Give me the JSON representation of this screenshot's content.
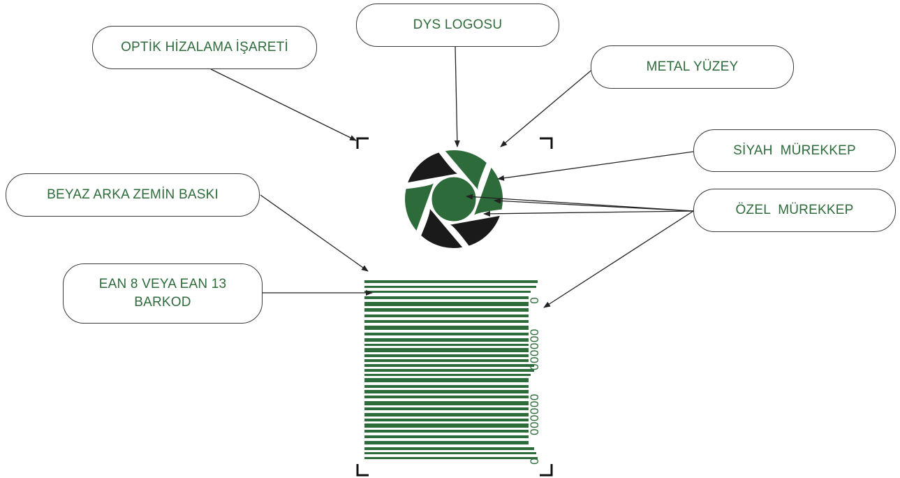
{
  "callouts": {
    "dys_logo": "DYS LOGOSU",
    "optical_mark": "OPTİK HİZALAMA İŞARETİ",
    "metal_surface": "METAL YÜZEY",
    "black_ink": "SİYAH  MÜREKKEP",
    "special_ink": "ÖZEL  MÜREKKEP",
    "white_background": "BEYAZ ARKA ZEMİN BASKI",
    "barcode_line1": "EAN 8 VEYA EAN 13",
    "barcode_line2": "BARKOD"
  },
  "barcode": {
    "digits": [
      "0",
      "000000",
      "000000",
      "0"
    ]
  },
  "colors": {
    "green": "#2e6b3a",
    "black": "#1a1a1a",
    "line": "#222222"
  }
}
